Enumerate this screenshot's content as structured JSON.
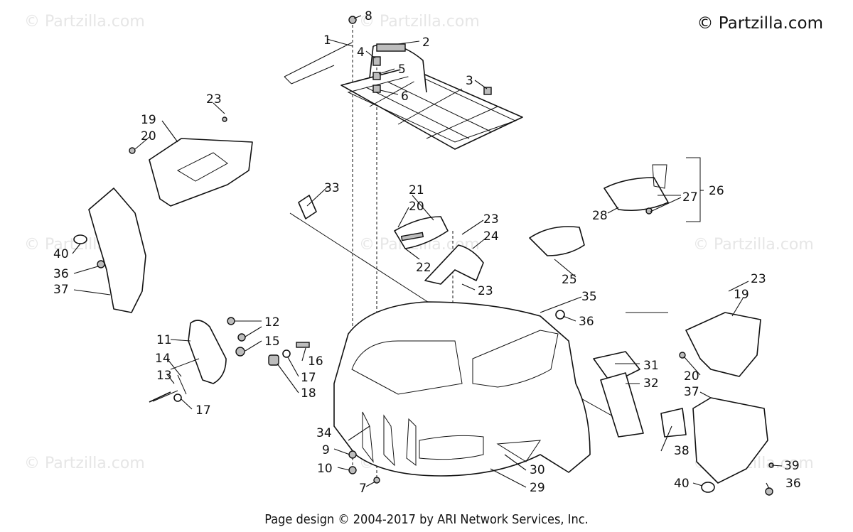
{
  "header": {
    "copyright": "© Partzilla.com"
  },
  "watermark": "© Partzilla.com",
  "footer": {
    "text": "Page design © 2004-2017 by ARI Network Services, Inc."
  },
  "callouts": {
    "c1": "1",
    "c2": "2",
    "c3": "3",
    "c4": "4",
    "c5": "5",
    "c6": "6",
    "c7": "7",
    "c8": "8",
    "c9": "9",
    "c10": "10",
    "c11": "11",
    "c12": "12",
    "c13": "13",
    "c14": "14",
    "c15": "15",
    "c16": "16",
    "c17a": "17",
    "c17b": "17",
    "c18": "18",
    "c19a": "19",
    "c19b": "19",
    "c20a": "20",
    "c20b": "20",
    "c20c": "20",
    "c21": "21",
    "c22": "22",
    "c23a": "23",
    "c23b": "23",
    "c23c": "23",
    "c23d": "23",
    "c24": "24",
    "c25": "25",
    "c26": "26",
    "c27": "27",
    "c28": "28",
    "c29": "29",
    "c30": "30",
    "c31": "31",
    "c32": "32",
    "c33": "33",
    "c34": "34",
    "c35": "35",
    "c36a": "36",
    "c36b": "36",
    "c36c": "36",
    "c37a": "37",
    "c37b": "37",
    "c38": "38",
    "c39": "39",
    "c40a": "40",
    "c40b": "40"
  }
}
